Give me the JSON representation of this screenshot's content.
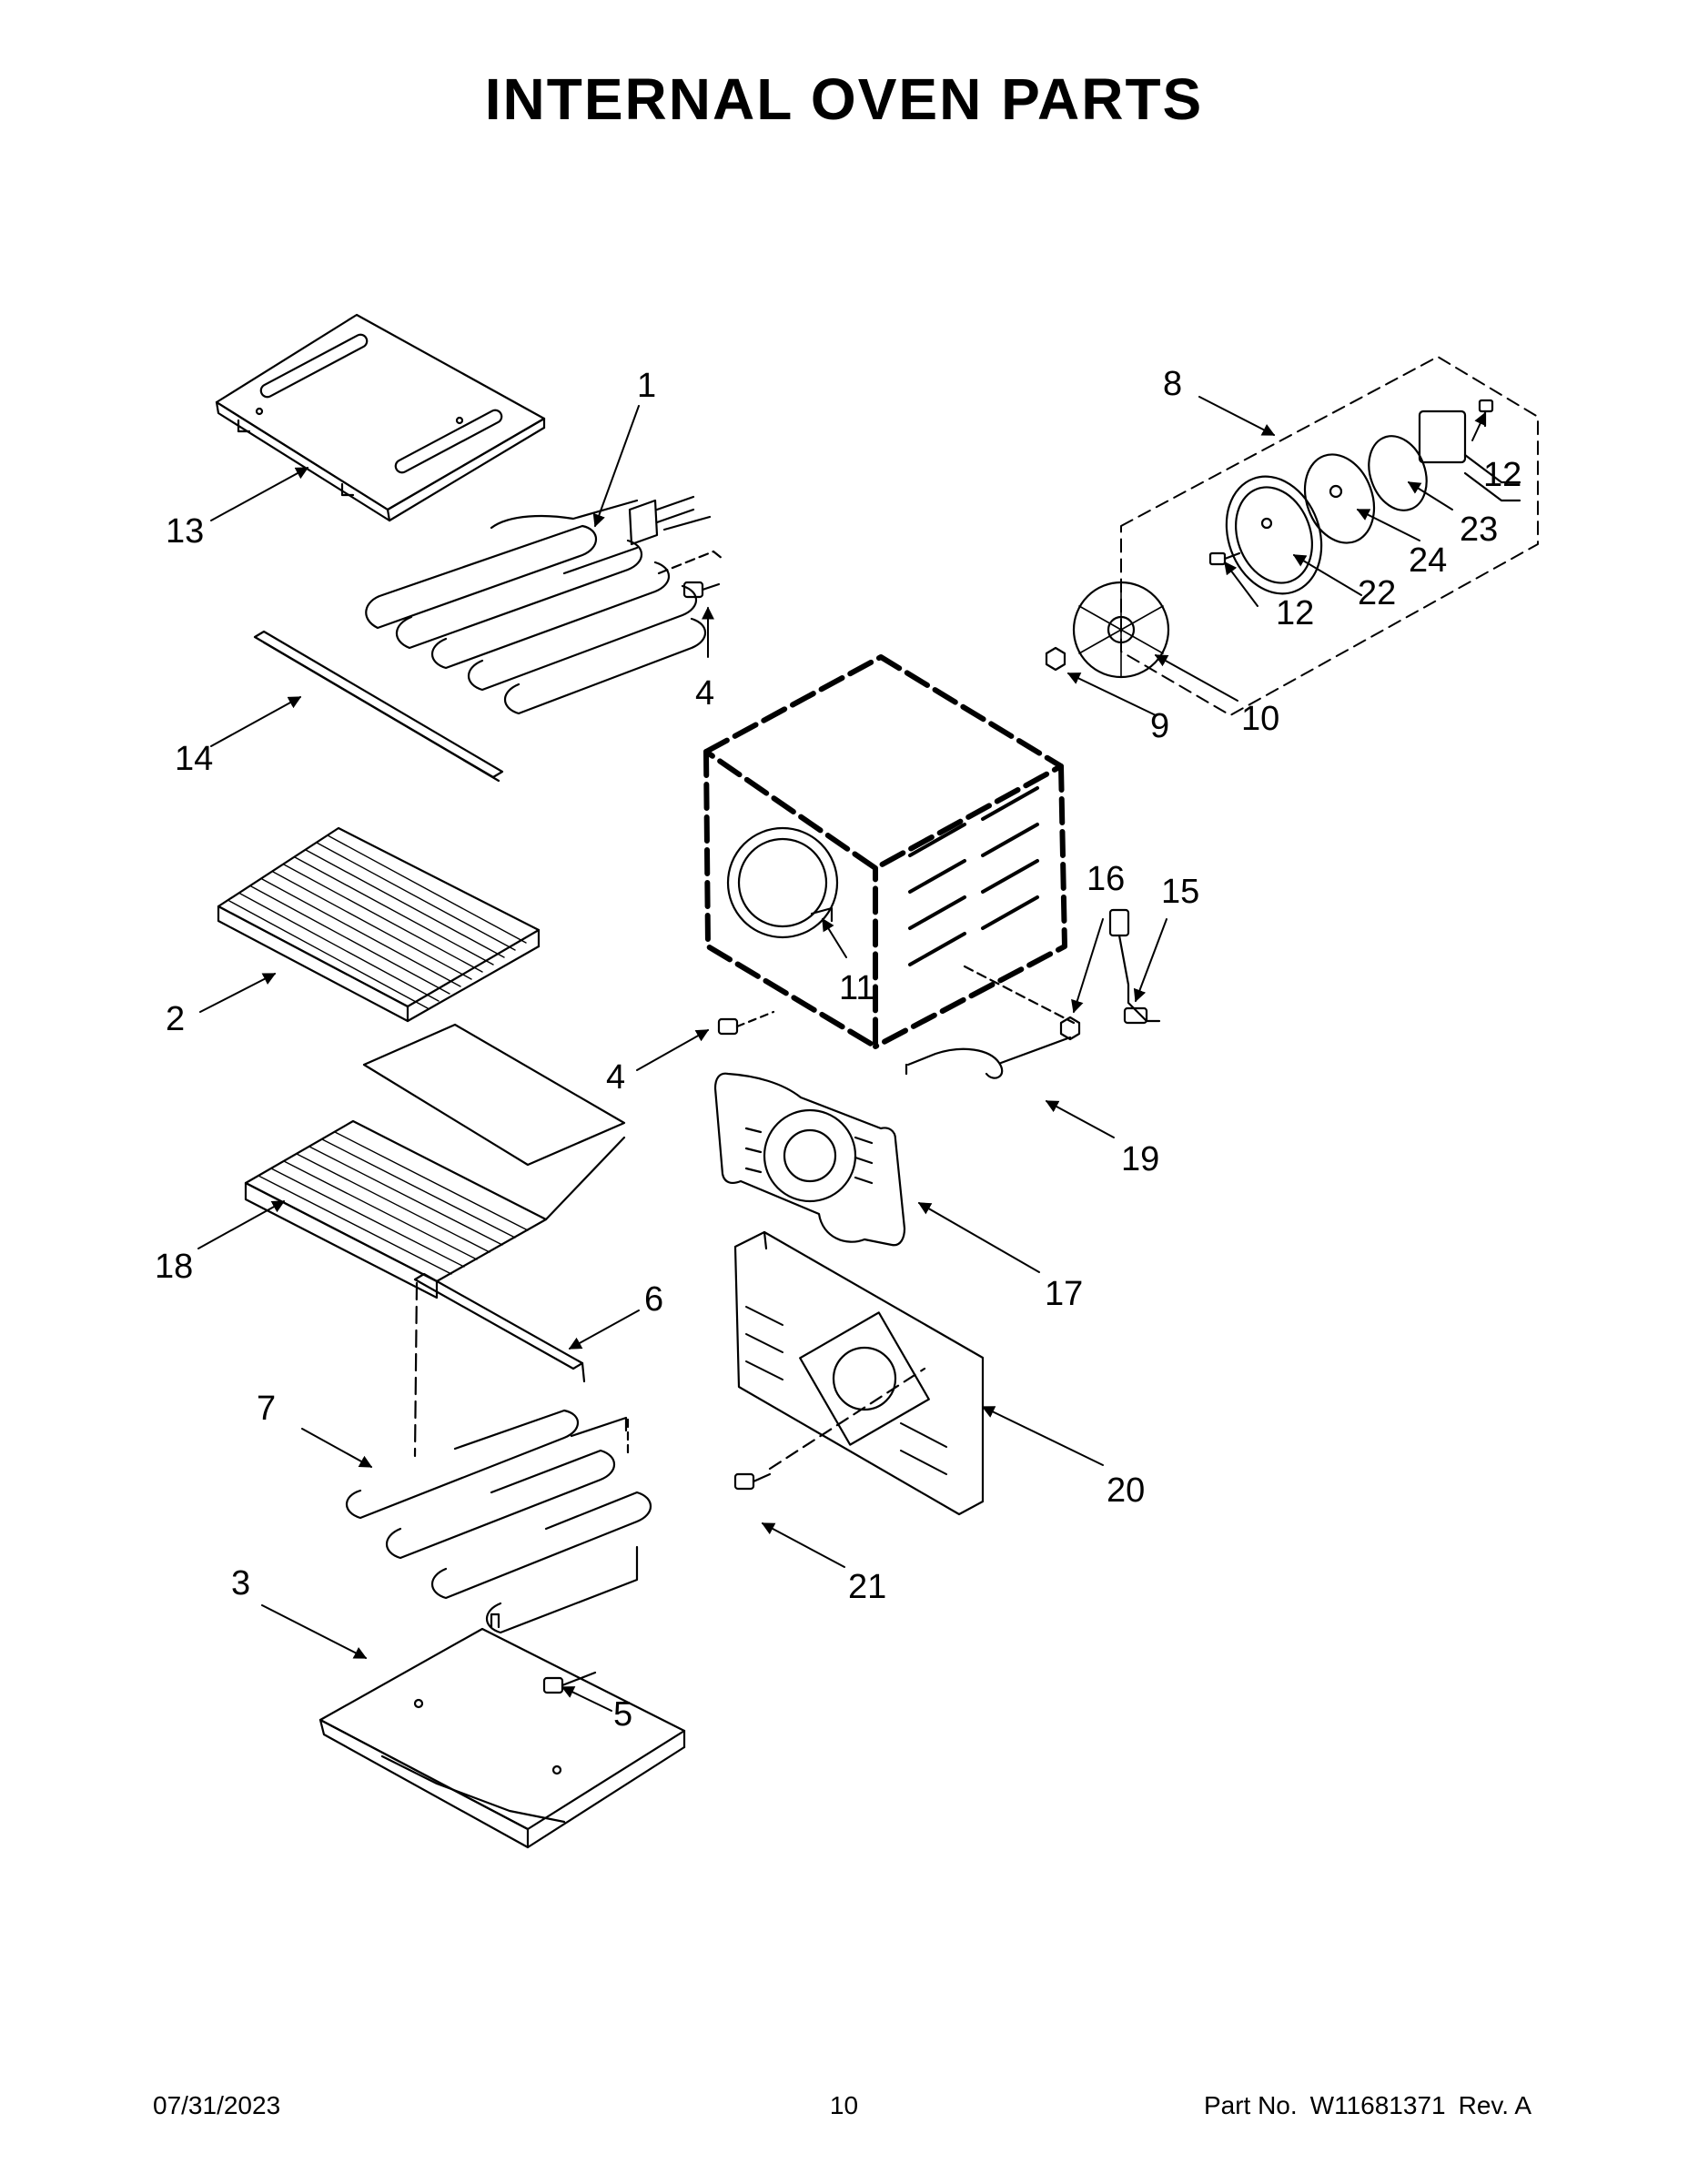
{
  "title": "INTERNAL OVEN PARTS",
  "callouts": {
    "c1": "1",
    "c2": "2",
    "c3": "3",
    "c4a": "4",
    "c4b": "4",
    "c5": "5",
    "c6": "6",
    "c7": "7",
    "c8": "8",
    "c9": "9",
    "c10": "10",
    "c11": "11",
    "c12a": "12",
    "c12b": "12",
    "c13": "13",
    "c14": "14",
    "c15": "15",
    "c16": "16",
    "c17": "17",
    "c18": "18",
    "c19": "19",
    "c20": "20",
    "c21": "21",
    "c22": "22",
    "c23": "23",
    "c24": "24"
  },
  "footer": {
    "date": "07/31/2023",
    "page": "10",
    "part_label": "Part No.",
    "part_number": "W11681371",
    "rev": "Rev. A"
  }
}
